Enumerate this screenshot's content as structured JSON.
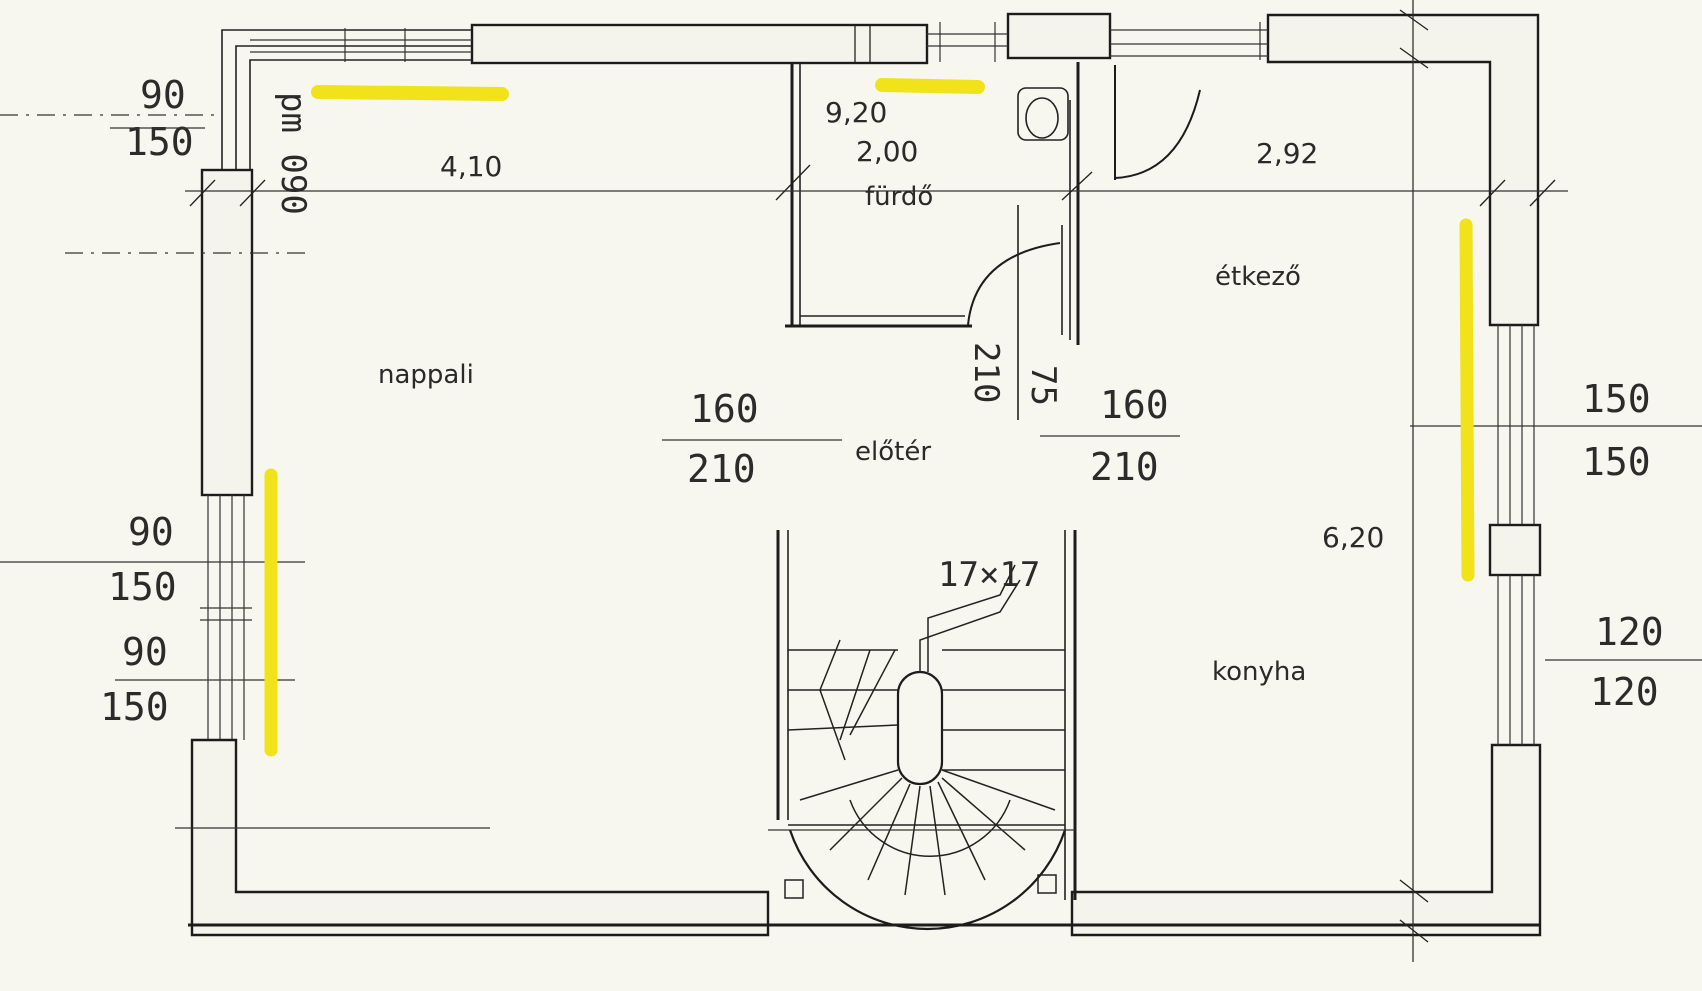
{
  "rooms": {
    "nappali": "nappali",
    "furdo": "fürdő",
    "etkezo": "étkező",
    "eloter": "előtér",
    "konyha": "konyha"
  },
  "dimensions": {
    "width_left": "4,10",
    "furdo_area": "9,20",
    "furdo_width": "2,00",
    "width_right": "2,92",
    "depth": "6,20",
    "stair_step": "17×17",
    "parapet_vertical": "pm 090"
  },
  "openings": {
    "top_left_num": "90",
    "top_left_den": "150",
    "left_upper_num": "90",
    "left_upper_den": "150",
    "left_lower_num": "90",
    "left_lower_den": "150",
    "door_left_num": "160",
    "door_left_den": "210",
    "door_right_num": "160",
    "door_right_den": "210",
    "door_furdo_h": "210",
    "door_furdo_w": "75",
    "right_upper_num": "150",
    "right_upper_den": "150",
    "right_lower_num": "120",
    "right_lower_den": "120"
  },
  "colors": {
    "highlight": "#f2e21a",
    "ink": "#1c1c1c",
    "paper": "#f7f6ef"
  }
}
